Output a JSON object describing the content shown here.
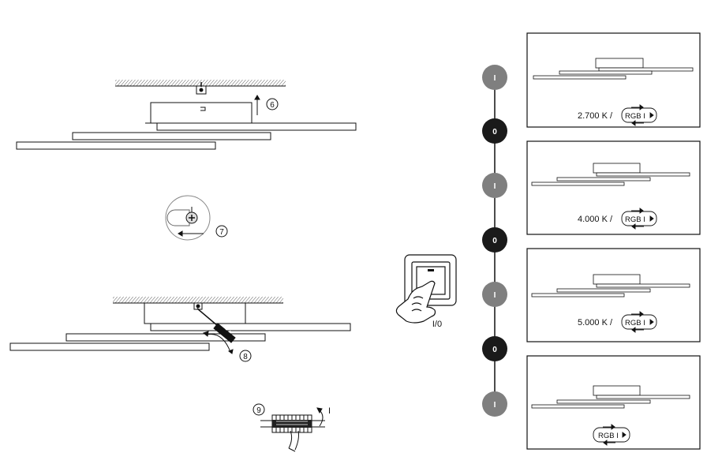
{
  "steps": [
    "6",
    "7",
    "8",
    "9"
  ],
  "switch": {
    "label": "I/0"
  },
  "sequence": [
    {
      "state": "I",
      "type": "on"
    },
    {
      "state": "0",
      "type": "off"
    },
    {
      "state": "I",
      "type": "on"
    },
    {
      "state": "0",
      "type": "off"
    },
    {
      "state": "I",
      "type": "on"
    },
    {
      "state": "0",
      "type": "off"
    },
    {
      "state": "I",
      "type": "on"
    }
  ],
  "panels": [
    {
      "temp": "2.700 K /",
      "mode": "RGB I"
    },
    {
      "temp": "4.000 K /",
      "mode": "RGB I"
    },
    {
      "temp": "5.000 K /",
      "mode": "RGB I"
    },
    {
      "temp": "",
      "mode": "RGB I"
    }
  ],
  "terminal_arrow_label": "I",
  "colors": {
    "on_node": "#7f7f7f",
    "off_node": "#1a1a1a",
    "line": "#111111"
  }
}
